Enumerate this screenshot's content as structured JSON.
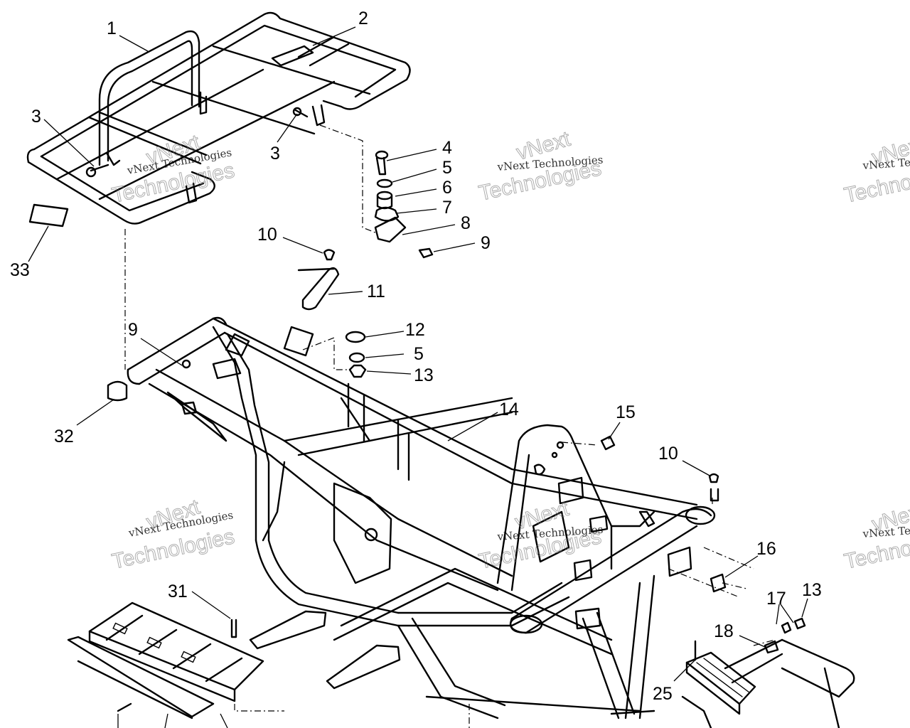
{
  "callouts": [
    "1",
    "2",
    "3",
    "3",
    "4",
    "5",
    "6",
    "7",
    "8",
    "9",
    "10",
    "11",
    "9",
    "12",
    "5",
    "13",
    "32",
    "33",
    "14",
    "15",
    "10",
    "16",
    "17",
    "13",
    "18",
    "31",
    "25"
  ],
  "watermark": {
    "line1": "vNext Technologies",
    "line2": "vNext",
    "line3": "Technologies"
  }
}
